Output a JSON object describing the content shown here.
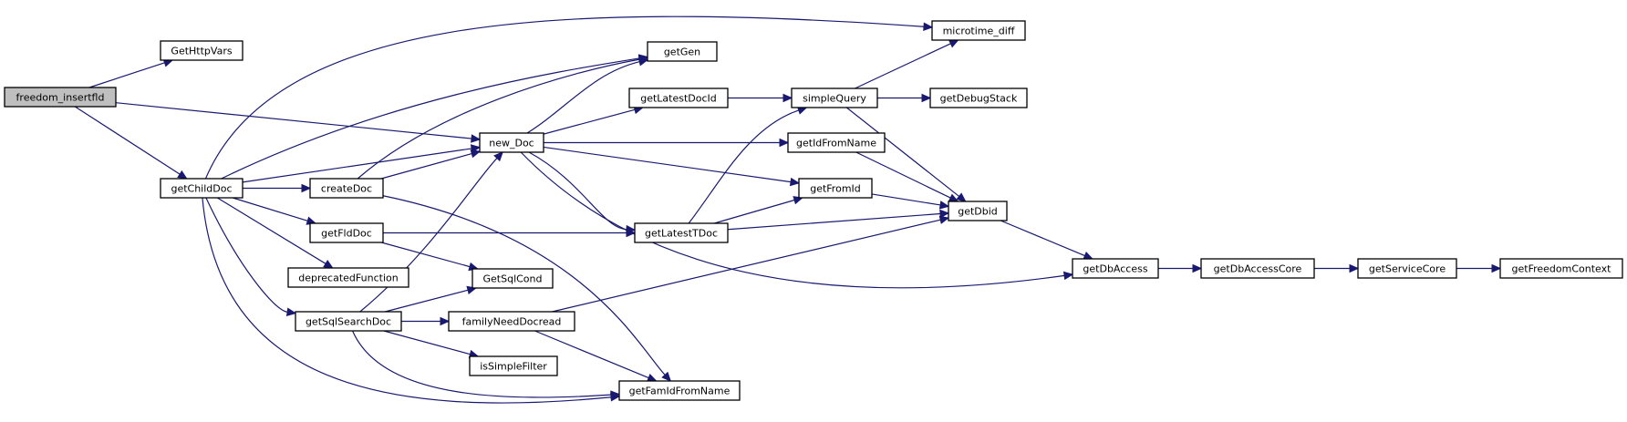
{
  "diagram": {
    "colors": {
      "edge": "#191970",
      "root_fill": "#bfbfbf",
      "node_fill": "#ffffff",
      "node_stroke": "#000000"
    },
    "nodes": [
      {
        "id": "freedom_insertfld",
        "label": "freedom_insertfld",
        "root": true
      },
      {
        "id": "GetHttpVars",
        "label": "GetHttpVars"
      },
      {
        "id": "getChildDoc",
        "label": "getChildDoc"
      },
      {
        "id": "new_Doc",
        "label": "new_Doc"
      },
      {
        "id": "microtime_diff",
        "label": "microtime_diff"
      },
      {
        "id": "getGen",
        "label": "getGen"
      },
      {
        "id": "createDoc",
        "label": "createDoc"
      },
      {
        "id": "getFldDoc",
        "label": "getFldDoc"
      },
      {
        "id": "deprecatedFunction",
        "label": "deprecatedFunction"
      },
      {
        "id": "getSqlSearchDoc",
        "label": "getSqlSearchDoc"
      },
      {
        "id": "getFamIdFromName",
        "label": "getFamIdFromName"
      },
      {
        "id": "getLatestDocId",
        "label": "getLatestDocId"
      },
      {
        "id": "getIdFromName",
        "label": "getIdFromName"
      },
      {
        "id": "getFromId",
        "label": "getFromId"
      },
      {
        "id": "getLatestTDoc",
        "label": "getLatestTDoc"
      },
      {
        "id": "getDbAccess",
        "label": "getDbAccess"
      },
      {
        "id": "GetSqlCond",
        "label": "GetSqlCond"
      },
      {
        "id": "familyNeedDocread",
        "label": "familyNeedDocread"
      },
      {
        "id": "isSimpleFilter",
        "label": "isSimpleFilter"
      },
      {
        "id": "simpleQuery",
        "label": "simpleQuery"
      },
      {
        "id": "getDbid",
        "label": "getDbid"
      },
      {
        "id": "getDebugStack",
        "label": "getDebugStack"
      },
      {
        "id": "getDbAccessCore",
        "label": "getDbAccessCore"
      },
      {
        "id": "getServiceCore",
        "label": "getServiceCore"
      },
      {
        "id": "getFreedomContext",
        "label": "getFreedomContext"
      }
    ],
    "edges": [
      {
        "from": "freedom_insertfld",
        "to": "GetHttpVars"
      },
      {
        "from": "freedom_insertfld",
        "to": "getChildDoc"
      },
      {
        "from": "freedom_insertfld",
        "to": "new_Doc"
      },
      {
        "from": "getChildDoc",
        "to": "microtime_diff"
      },
      {
        "from": "getChildDoc",
        "to": "getGen"
      },
      {
        "from": "getChildDoc",
        "to": "new_Doc"
      },
      {
        "from": "getChildDoc",
        "to": "createDoc"
      },
      {
        "from": "getChildDoc",
        "to": "getFldDoc"
      },
      {
        "from": "getChildDoc",
        "to": "deprecatedFunction"
      },
      {
        "from": "getChildDoc",
        "to": "getSqlSearchDoc"
      },
      {
        "from": "getChildDoc",
        "to": "getFamIdFromName"
      },
      {
        "from": "createDoc",
        "to": "getGen"
      },
      {
        "from": "createDoc",
        "to": "new_Doc"
      },
      {
        "from": "createDoc",
        "to": "getFamIdFromName"
      },
      {
        "from": "new_Doc",
        "to": "getGen"
      },
      {
        "from": "new_Doc",
        "to": "getLatestDocId"
      },
      {
        "from": "new_Doc",
        "to": "getIdFromName"
      },
      {
        "from": "new_Doc",
        "to": "getFromId"
      },
      {
        "from": "new_Doc",
        "to": "getLatestTDoc"
      },
      {
        "from": "new_Doc",
        "to": "getDbAccess"
      },
      {
        "from": "getFldDoc",
        "to": "getLatestTDoc"
      },
      {
        "from": "getFldDoc",
        "to": "GetSqlCond"
      },
      {
        "from": "getSqlSearchDoc",
        "to": "new_Doc"
      },
      {
        "from": "getSqlSearchDoc",
        "to": "GetSqlCond"
      },
      {
        "from": "getSqlSearchDoc",
        "to": "familyNeedDocread"
      },
      {
        "from": "getSqlSearchDoc",
        "to": "isSimpleFilter"
      },
      {
        "from": "getSqlSearchDoc",
        "to": "getFamIdFromName"
      },
      {
        "from": "familyNeedDocread",
        "to": "getDbid"
      },
      {
        "from": "familyNeedDocread",
        "to": "getFamIdFromName"
      },
      {
        "from": "getLatestDocId",
        "to": "simpleQuery"
      },
      {
        "from": "getLatestTDoc",
        "to": "simpleQuery"
      },
      {
        "from": "getLatestTDoc",
        "to": "getFromId"
      },
      {
        "from": "getLatestTDoc",
        "to": "getDbid"
      },
      {
        "from": "simpleQuery",
        "to": "microtime_diff"
      },
      {
        "from": "simpleQuery",
        "to": "getDebugStack"
      },
      {
        "from": "simpleQuery",
        "to": "getDbid"
      },
      {
        "from": "getIdFromName",
        "to": "getDbid"
      },
      {
        "from": "getFromId",
        "to": "getDbid"
      },
      {
        "from": "getDbid",
        "to": "getDbAccess"
      },
      {
        "from": "getDbAccess",
        "to": "getDbAccessCore"
      },
      {
        "from": "getDbAccessCore",
        "to": "getServiceCore"
      },
      {
        "from": "getServiceCore",
        "to": "getFreedomContext"
      }
    ]
  }
}
